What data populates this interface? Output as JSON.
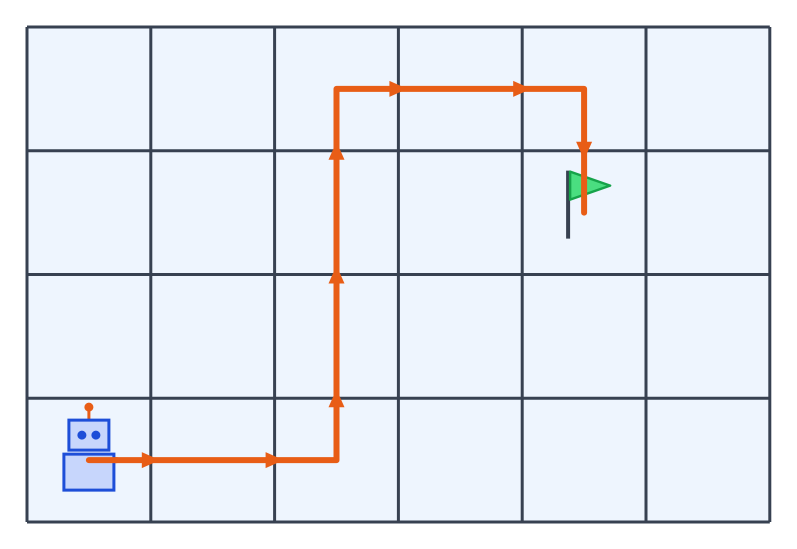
{
  "grid": {
    "rows": 4,
    "cols": 6,
    "cell_fill": "#eef5fe",
    "line_color": "#374151"
  },
  "robot": {
    "icon": "robot-icon",
    "cell": [
      0,
      0
    ],
    "body_fill": "#c7d6fc",
    "stroke": "#1d4ed8",
    "antenna_color": "#e85d16"
  },
  "goal": {
    "icon": "flag-icon",
    "cell": [
      4,
      2
    ],
    "flag_fill": "#4ade80",
    "flag_stroke": "#16a34a",
    "pole_color": "#374151"
  },
  "path": {
    "color": "#e85d16",
    "moves": [
      "right",
      "right",
      "up",
      "up",
      "up",
      "right",
      "right",
      "down"
    ]
  }
}
